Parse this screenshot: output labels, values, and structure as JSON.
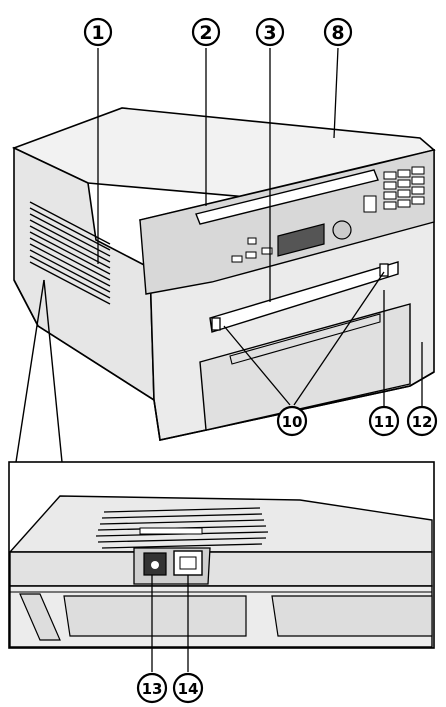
{
  "callouts": {
    "c1": "1",
    "c2": "2",
    "c3": "3",
    "c8": "8",
    "c10": "10",
    "c11": "11",
    "c12": "12",
    "c13": "13",
    "c14": "14"
  },
  "colors": {
    "line": "#000000",
    "body": "#e6e6e6",
    "top": "#f1f1f1",
    "panel": "#d2d2d2",
    "dark": "#555555"
  }
}
